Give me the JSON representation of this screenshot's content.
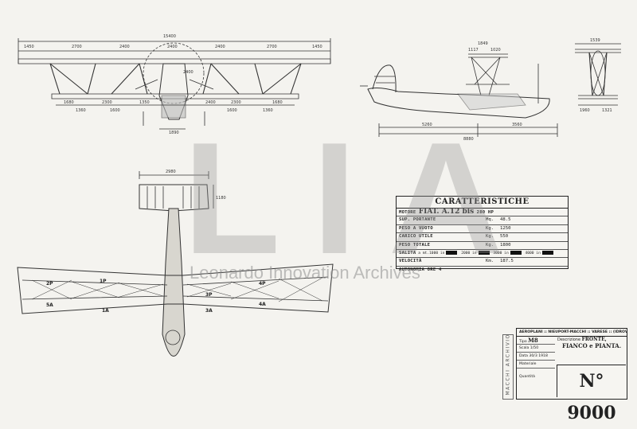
{
  "front_view": {
    "span_total": "15400",
    "upper_dims": [
      "1450",
      "2700",
      "2400",
      "2400",
      "2400",
      "2700",
      "1450"
    ],
    "lower_dims": [
      "1680",
      "2300",
      "1350",
      "2400",
      "2300",
      "1680"
    ],
    "lower_dims_2": [
      "1360",
      "1600",
      "1600",
      "1360"
    ],
    "hub_width": "1890",
    "prop_label": "2400"
  },
  "side_view": {
    "overall": "8880",
    "left": "5260",
    "right": "3560",
    "top_dims": [
      "1849",
      "1117",
      "1020"
    ]
  },
  "end_view": {
    "top": "1539",
    "bottom": [
      "1960",
      "1321"
    ]
  },
  "plan_view": {
    "tail_span": "2980",
    "tail_chord": "1180",
    "wing_labels": [
      "2P",
      "1P",
      "3P",
      "4P",
      "5A",
      "1A",
      "3A",
      "4A"
    ]
  },
  "specs": {
    "title": "CARATTERISTICHE",
    "motore_label": "MOTORE",
    "motore_value": "FIAT. A.12 bis",
    "motore_hp": "280 HP",
    "rows": [
      {
        "label": "SUP. PORTANTE",
        "unit": "Mq.",
        "value": "48.5"
      },
      {
        "label": "PESO A VUOTO",
        "unit": "Kg.",
        "value": "1250"
      },
      {
        "label": "CARICO UTILE",
        "unit": "Kg.",
        "value": "550"
      },
      {
        "label": "PESO TOTALE",
        "unit": "Kg.",
        "value": "1800"
      }
    ],
    "salita_label": "SALITA",
    "salita_1000": "a mt.1000 in",
    "salita_2000": "2000 in",
    "salita_3000": "3000 in",
    "salita_4000": "4000 in",
    "velocita_label": "VELOCITÀ",
    "velocita_unit": "Km.",
    "velocita_value": "187.5",
    "autonomia": "AUTONOMIA ORE 4"
  },
  "title_block": {
    "company": "AEROPLANI :: NIEUPORT-MACCHI :: VARESE :: (IDROVOLANTI)",
    "tipo_label": "Tipo",
    "tipo_value": "M8",
    "scala": "Scala 1/50",
    "data": "Data 30/3 1918",
    "materiale": "Materiale",
    "quantita": "Quantità",
    "desc_label": "Descrizione",
    "desc_1": "FRONTE,",
    "desc_2": "FIANCO e PIANTA.",
    "number": "N° 9000"
  },
  "stamp": "MACCHI ARCHIVIO",
  "watermark": {
    "letters": "LIA",
    "text": "Leonardo Innovation Archives"
  }
}
